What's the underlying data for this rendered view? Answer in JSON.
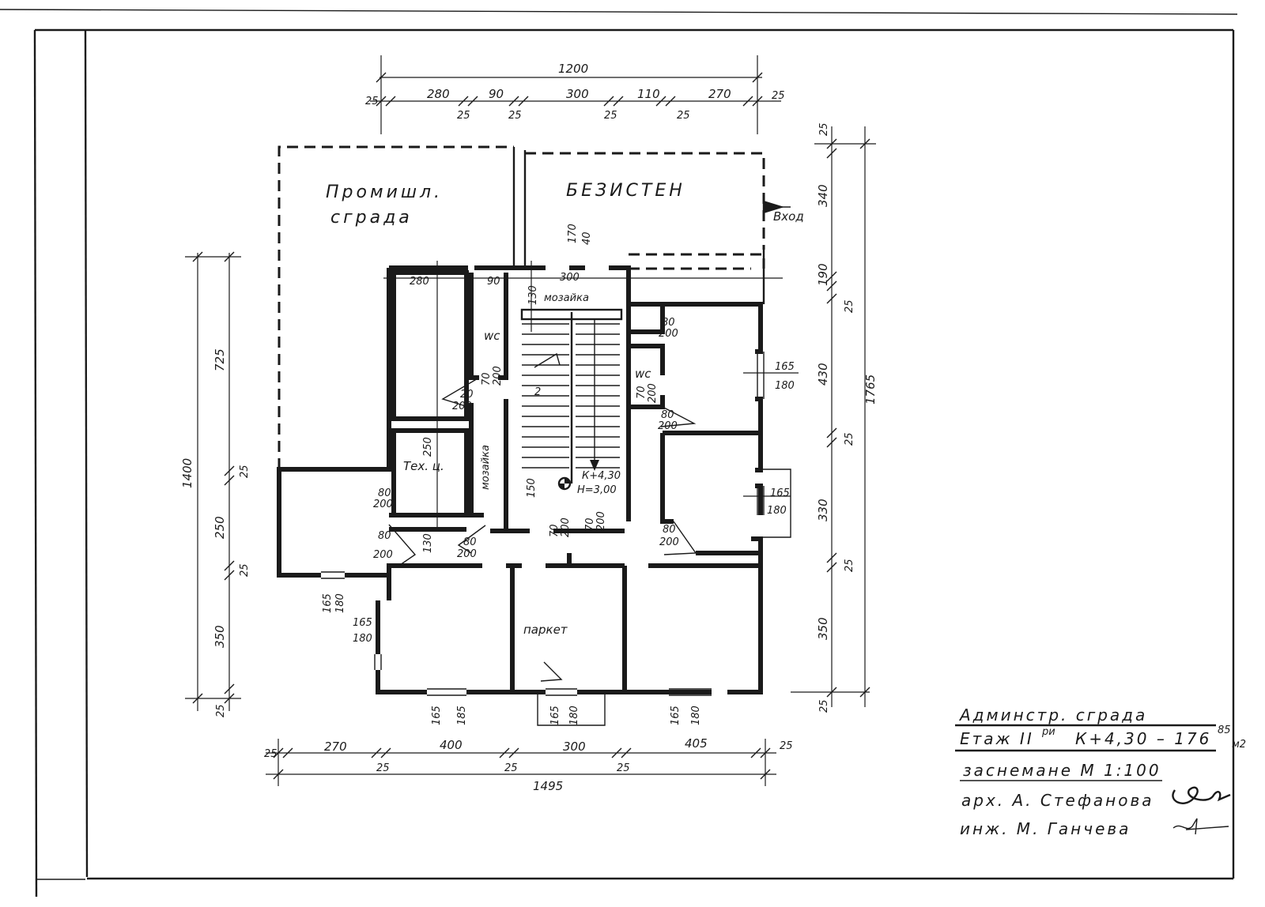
{
  "rooms": {
    "industrial_1": "Промишл.",
    "industrial_2": "сграда",
    "warehouse": "БЕЗИСТЕН",
    "entrance": "Вход",
    "tech": "Тех. ц.",
    "wc_left": "wc",
    "wc_right": "wc",
    "mosaic_top": "мозайка",
    "mosaic_side": "мозайка",
    "parquet": "паркет"
  },
  "dims_top": {
    "overall": "1200",
    "segments": [
      "25",
      "280",
      "25",
      "90",
      "25",
      "300",
      "25",
      "110",
      "25",
      "270",
      "25"
    ]
  },
  "dims_bottom": {
    "overall": "1495",
    "segments": [
      "25",
      "270",
      "25",
      "400",
      "25",
      "300",
      "25",
      "405",
      "25"
    ]
  },
  "dims_left": {
    "overall": "1400",
    "segments": [
      "725",
      "25",
      "250",
      "25",
      "350",
      "25"
    ]
  },
  "dims_right": {
    "overall": "1765",
    "segments": [
      "25",
      "340",
      "190",
      "25",
      "430",
      "25",
      "330",
      "25",
      "350",
      "25"
    ]
  },
  "interior_dims": {
    "top_280": "280",
    "top_90": "90",
    "top_300": "300",
    "door_170_40_a": "170",
    "door_170_40_b": "40",
    "d130": "130",
    "d70_200_a": "70",
    "d70_200_b": "200",
    "d70_200_c": "70",
    "d70_200_d": "200",
    "d70_200_e": "70",
    "d70_200_f": "200",
    "d70_200_g": "70",
    "d70_200_h": "200",
    "d80_200_a": "80",
    "d80_200_b": "200",
    "d80_200_c": "80",
    "d80_200_d": "200",
    "d80_200_e": "80",
    "d80_200_f": "200",
    "d80_200_g": "80",
    "d80_200_h": "200",
    "d80_200_i": "80",
    "d80_200_j": "200",
    "d80_200_k": "80",
    "d80_200_l": "200",
    "d20_200": "20",
    "d20_200b": "200",
    "w165_180_a": "165",
    "w165_180_b": "180",
    "w165_180_c": "165",
    "w165_180_d": "180",
    "w165_180_e": "165",
    "w165_180_f": "180",
    "w165_180_g": "165",
    "w165_180_h": "180",
    "w165_185_a": "165",
    "w165_185_b": "185",
    "w165_180_i": "165",
    "w165_180_j": "180",
    "w165_180_k": "165",
    "w165_180_l": "180",
    "v250": "250",
    "v130": "130",
    "v150": "150",
    "stair_2": "2",
    "level": "К+4,30",
    "height": "Н=3,00"
  },
  "title_block": {
    "line1": "Админстр. сграда",
    "line2_a": "Етаж  II",
    "line2_sup": "ри",
    "line2_b": "К+4,30 – 176",
    "line2_sup2": "85",
    "line2_unit": "м2",
    "line3": "заснемане М 1:100",
    "line4": "арх. А. Стефанова",
    "line5": "инж. М. Ганчева"
  }
}
